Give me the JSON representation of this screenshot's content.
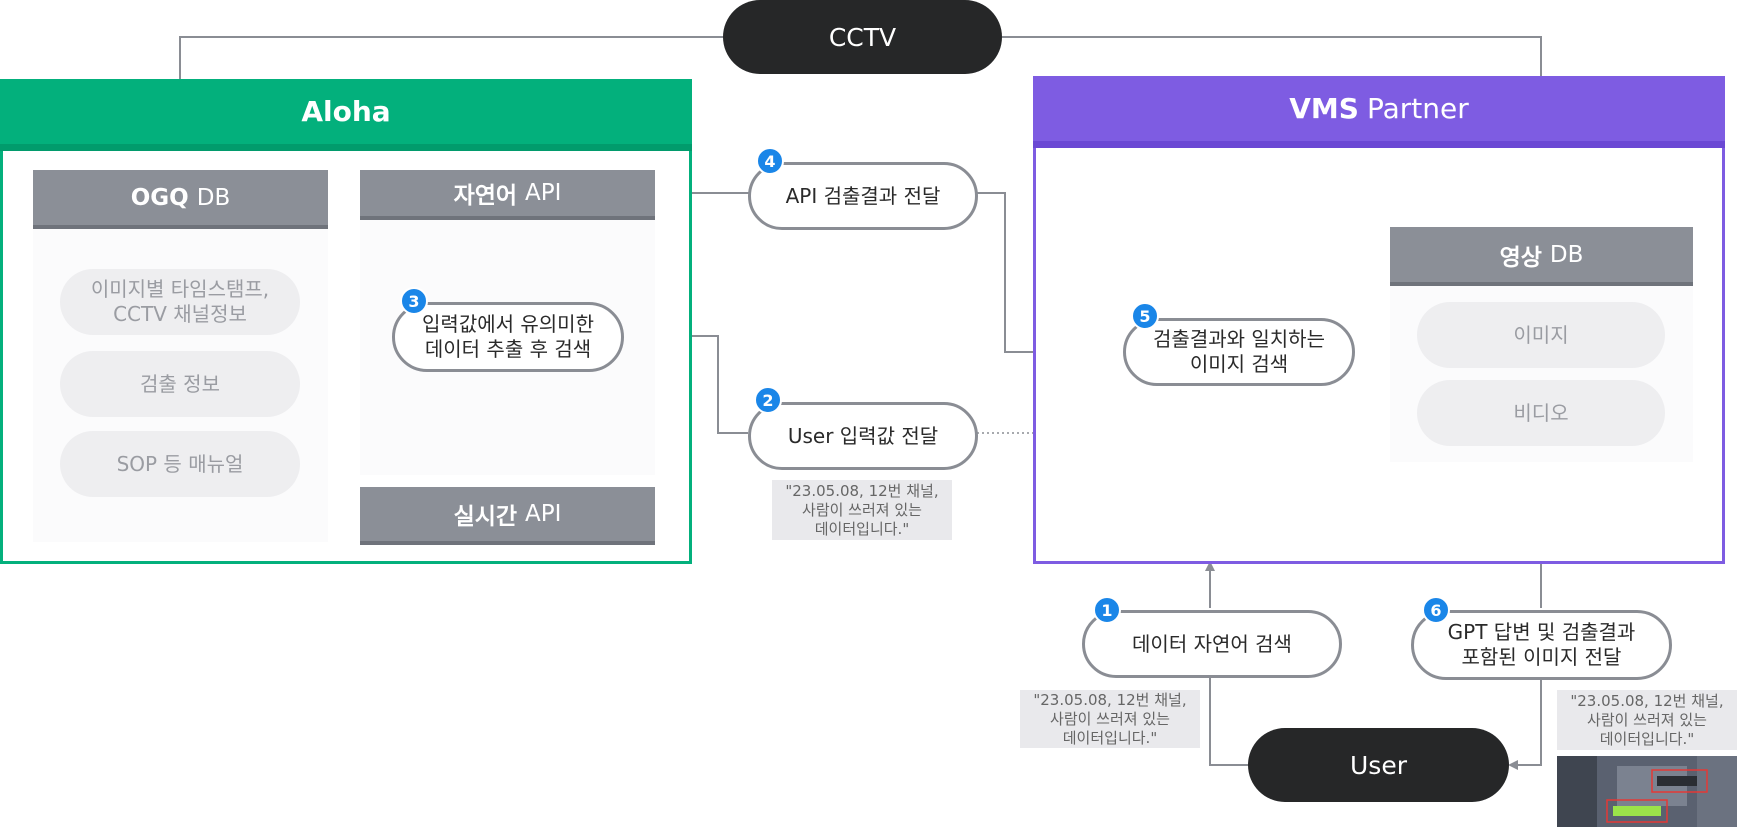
{
  "cctv": {
    "label": "CCTV"
  },
  "aloha": {
    "title": "Aloha",
    "ogq_db": {
      "title_bold": "OGQ",
      "title_rest": "DB",
      "items": [
        "이미지별 타임스탬프,\nCCTV 채널정보",
        "검출 정보",
        "SOP 등 매뉴얼"
      ]
    },
    "nl_api": {
      "title_bold": "자연어",
      "title_rest": "API"
    },
    "rt_api": {
      "title_bold": "실시간",
      "title_rest": "API"
    }
  },
  "vms": {
    "title_bold": "VMS",
    "title_rest": "Partner",
    "video_db": {
      "title_bold": "영상",
      "title_rest": "DB",
      "items": [
        "이미지",
        "비디오"
      ]
    }
  },
  "steps": [
    {
      "num": "1",
      "label": "데이터 자연어 검색"
    },
    {
      "num": "2",
      "label": "User 입력값 전달"
    },
    {
      "num": "3",
      "label": "입력값에서 유의미한\n데이터 추출 후 검색"
    },
    {
      "num": "4",
      "label": "API 검출결과 전달"
    },
    {
      "num": "5",
      "label": "검출결과와 일치하는\n이미지 검색"
    },
    {
      "num": "6",
      "label": "GPT 답변 및 검출결과\n포함된 이미지 전달"
    }
  ],
  "quotes": [
    "\"23.05.08, 12번 채널,\n사람이 쓰러져 있는\n데이터입니다.\"",
    "\"23.05.08, 12번 채널,\n사람이 쓰러져 있는\n데이터입니다.\"",
    "\"23.05.08, 12번 채널,\n사람이 쓰러져 있는\n데이터입니다.\""
  ],
  "user": {
    "label": "User"
  },
  "colors": {
    "green": "#03b07c",
    "purple": "#7e5ce2",
    "dark": "#262728",
    "badge": "#1a86e8",
    "panel": "#8b8f97"
  }
}
